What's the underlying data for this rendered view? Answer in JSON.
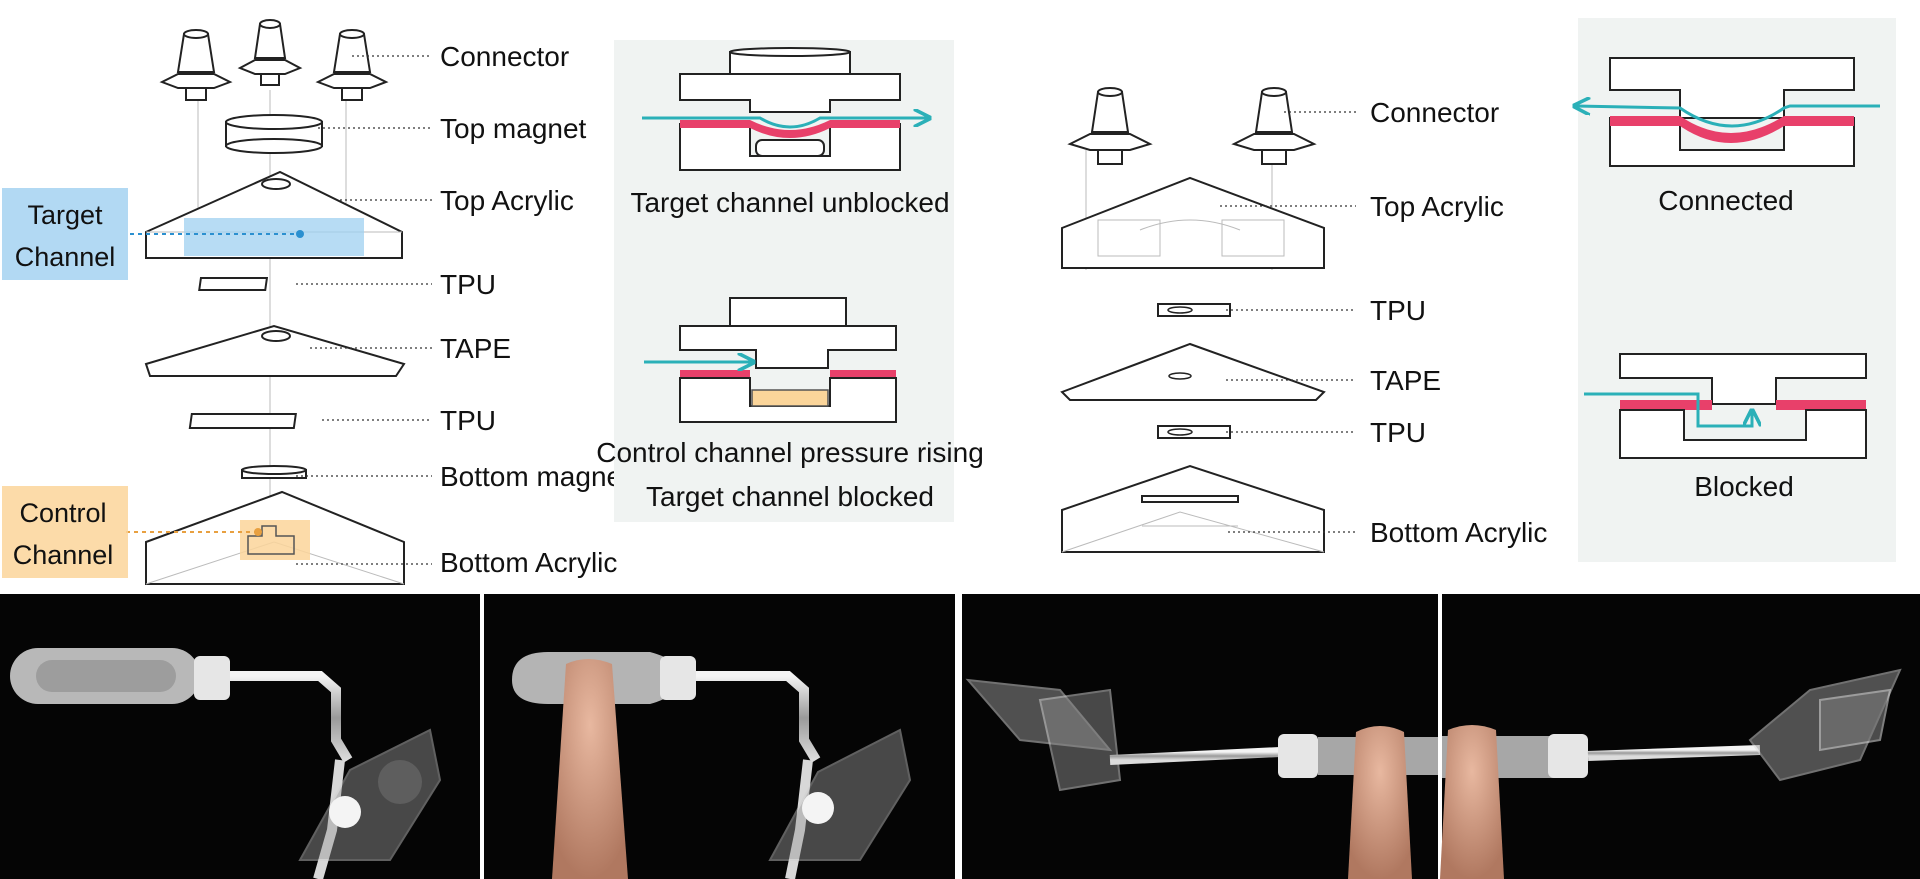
{
  "figure": {
    "panel_a": {
      "callouts": {
        "target": [
          "Target",
          "Channel"
        ],
        "control": [
          "Control",
          "Channel"
        ]
      },
      "layers": [
        "Connector",
        "Top magnet",
        "Top Acrylic",
        "TPU",
        "TAPE",
        "TPU",
        "Bottom magnet",
        "Bottom Acrylic"
      ],
      "states": {
        "unblocked": "Target channel unblocked",
        "rising": "Control channel pressure rising",
        "blocked": "Target channel blocked"
      }
    },
    "panel_b": {
      "layers": [
        "Connector",
        "Top Acrylic",
        "TPU",
        "TAPE",
        "TPU",
        "Bottom Acrylic"
      ],
      "states": {
        "connected": "Connected",
        "blocked": "Blocked"
      }
    },
    "photos": [
      "photo-bulb-at-rest",
      "photo-bulb-pressed",
      "photo-two-modules-finger-on-connector",
      "photo-two-modules-pressed"
    ]
  },
  "colors": {
    "target_blue": "#9fd0f0",
    "target_text": "#2b6a9c",
    "control_orange": "#fbd59a",
    "control_text": "#d98a1e",
    "membrane_pink": "#e8406a",
    "flow_teal": "#2bb0b8",
    "panel_grey": "#f0f3f2",
    "photo_black": "#050505"
  }
}
